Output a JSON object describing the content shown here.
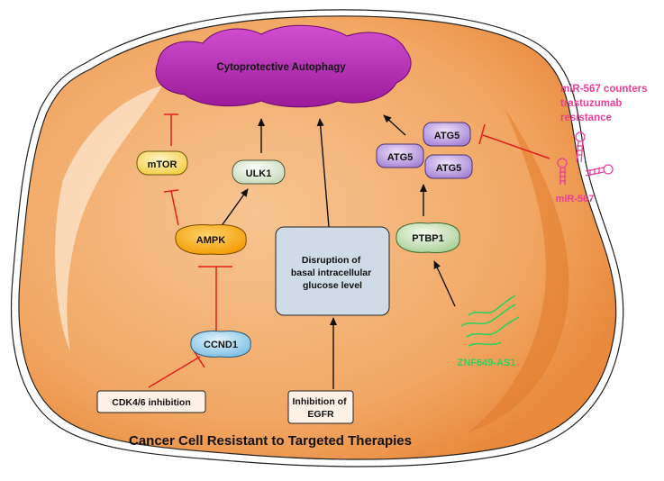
{
  "title": "Cancer Cell Resistant to Targeted Therapies",
  "autophagy": "Cytoprotective Autophagy",
  "nodes": {
    "mtor": "mTOR",
    "ulk1": "ULK1",
    "ampk": "AMPK",
    "ccnd1": "CCND1",
    "atg5_a": "ATG5",
    "atg5_b": "ATG5",
    "atg5_c": "ATG5",
    "ptbp1": "PTBP1",
    "lncrna": "ZNF649-AS1",
    "mirna": "miR-567"
  },
  "boxes": {
    "glucose": [
      "Disruption of",
      "basal intracellular",
      "glucose level"
    ],
    "cdk": "CDK4/6 inhibition",
    "egfr": [
      "Inhibition of",
      "EGFR"
    ]
  },
  "mir_note": [
    "miR-567 counters",
    "trastuzumab",
    "resistance"
  ],
  "colors": {
    "cell_fill": "#f0a868",
    "cell_inner": "#f7c08a",
    "autophagy": "#b81fb8",
    "inhibit": "#e02020",
    "activate": "#111111",
    "mir": "#e8409a",
    "lnc": "#2fd05a",
    "mtor": "#ffe27a",
    "ampk": "#ffb300",
    "ulk1": "#e8f0dd",
    "ccnd1": "#a8d8f0",
    "atg5": "#c8a8e8",
    "ptbp1": "#cfe8c0",
    "glucose_box": "#cfdbe6"
  }
}
